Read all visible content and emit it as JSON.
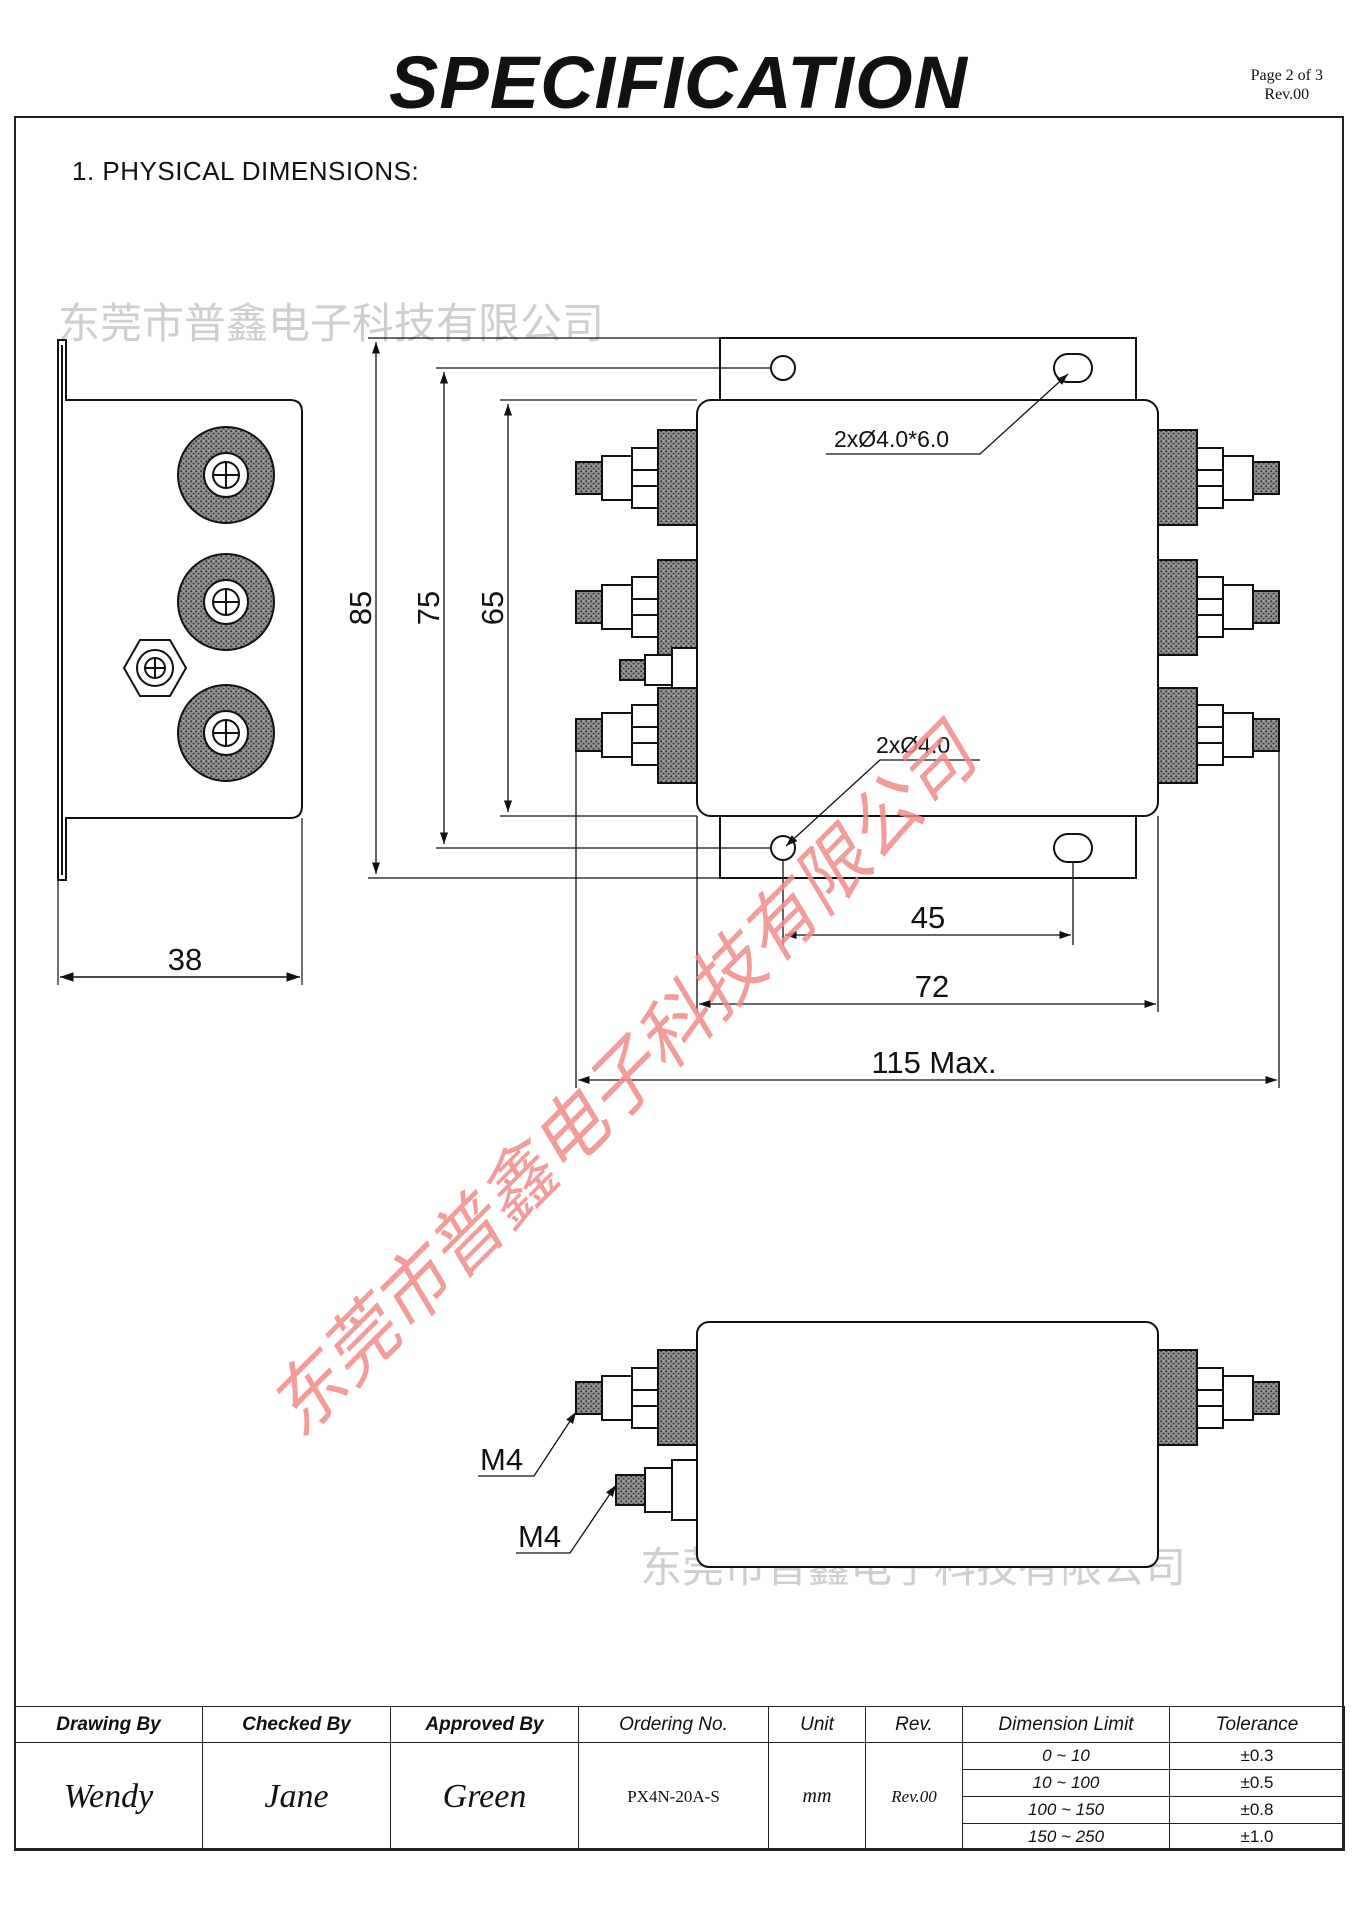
{
  "header": {
    "title": "SPECIFICATION",
    "page": "Page 2 of  3",
    "revision": "Rev.00"
  },
  "section_heading": "1. PHYSICAL DIMENSIONS:",
  "watermark": {
    "company": "东莞市普鑫电子科技有限公司",
    "stamp_diagonal": "东莞市普鑫电子科技有限公司",
    "stamp_color": "#f28b8b"
  },
  "dimensions": {
    "height_overall": "85",
    "height_mount": "75",
    "height_body": "65",
    "side_depth": "38",
    "hole_spacing": "45",
    "body_width": "72",
    "overall_width": "115 Max.",
    "slot_note": "2xØ4.0*6.0",
    "hole_note": "2xØ4.0",
    "thread_upper": "M4",
    "thread_lower": "M4"
  },
  "title_block": {
    "headers": {
      "drawing_by": "Drawing By",
      "checked_by": "Checked By",
      "approved_by": "Approved By",
      "ordering_no": "Ordering No.",
      "unit": "Unit",
      "rev": "Rev.",
      "dimension_limit": "Dimension Limit",
      "tolerance": "Tolerance"
    },
    "values": {
      "drawing_by": "Wendy",
      "checked_by": "Jane",
      "approved_by": "Green",
      "ordering_no": "PX4N-20A-S",
      "unit": "mm",
      "rev": "Rev.00"
    },
    "tolerances": [
      {
        "range": "0 ~ 10",
        "tol": "±0.3"
      },
      {
        "range": "10 ~ 100",
        "tol": "±0.5"
      },
      {
        "range": "100 ~ 150",
        "tol": "±0.8"
      },
      {
        "range": "150 ~ 250",
        "tol": "±1.0"
      }
    ]
  }
}
